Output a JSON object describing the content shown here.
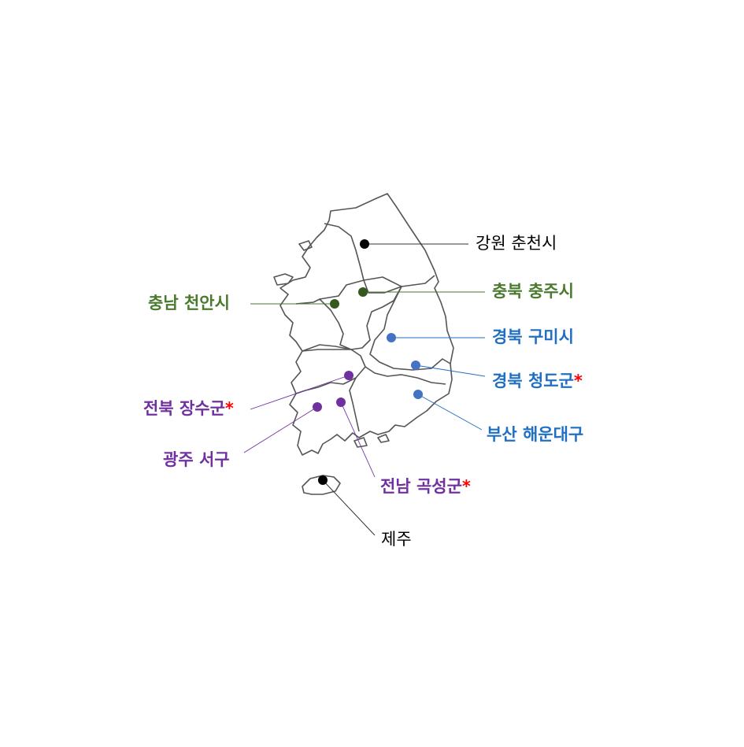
{
  "colors": {
    "black": "#000000",
    "green": "#4a7a2e",
    "green_dot": "#345a1e",
    "blue": "#1f6fc4",
    "blue_dot": "#4472c4",
    "purple": "#7030a0",
    "purple_dot": "#7030a0",
    "asterisk": "#ff0000",
    "map_outline": "#555555"
  },
  "locations": [
    {
      "label": "강원 춘천시",
      "group": "black",
      "starred": false
    },
    {
      "label": "충북 충주시",
      "group": "green",
      "starred": false
    },
    {
      "label": "충남 천안시",
      "group": "green",
      "starred": false
    },
    {
      "label": "경북 구미시",
      "group": "blue",
      "starred": false
    },
    {
      "label": "경북 청도군",
      "group": "blue",
      "starred": true
    },
    {
      "label": "부산 해운대구",
      "group": "blue",
      "starred": false
    },
    {
      "label": "전북 장수군",
      "group": "purple",
      "starred": true
    },
    {
      "label": "광주 서구",
      "group": "purple",
      "starred": false
    },
    {
      "label": "전남 곡성군",
      "group": "purple",
      "starred": true
    },
    {
      "label": "제주",
      "group": "black",
      "starred": false
    }
  ],
  "asterisk_symbol": "*"
}
